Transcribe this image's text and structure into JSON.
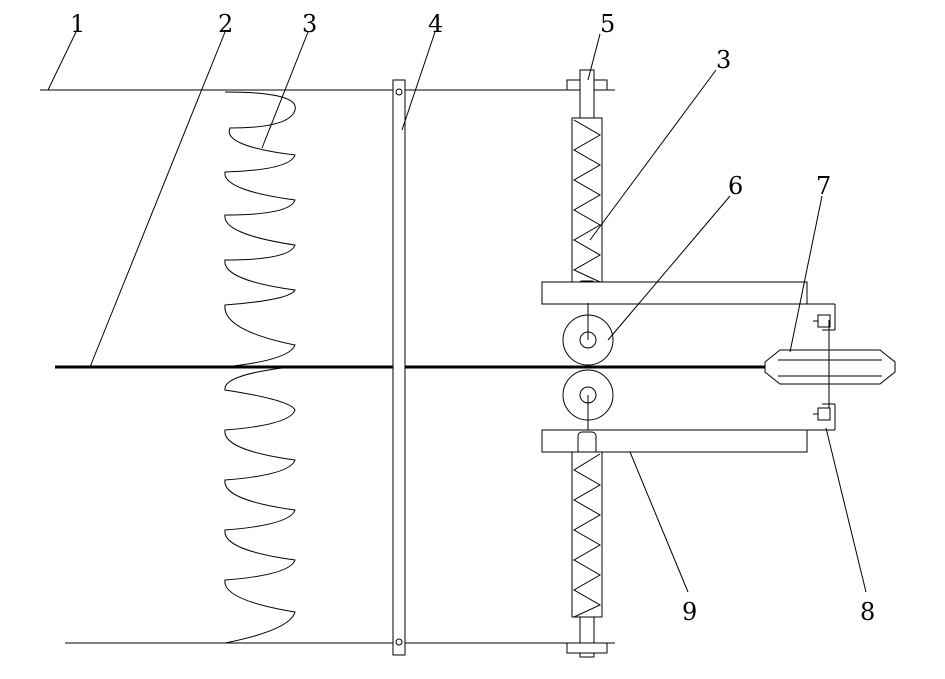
{
  "labels": {
    "l1": "1",
    "l2": "2",
    "l3a": "3",
    "l3b": "3",
    "l4": "4",
    "l5": "5",
    "l6": "6",
    "l7": "7",
    "l8": "8",
    "l9": "9"
  }
}
